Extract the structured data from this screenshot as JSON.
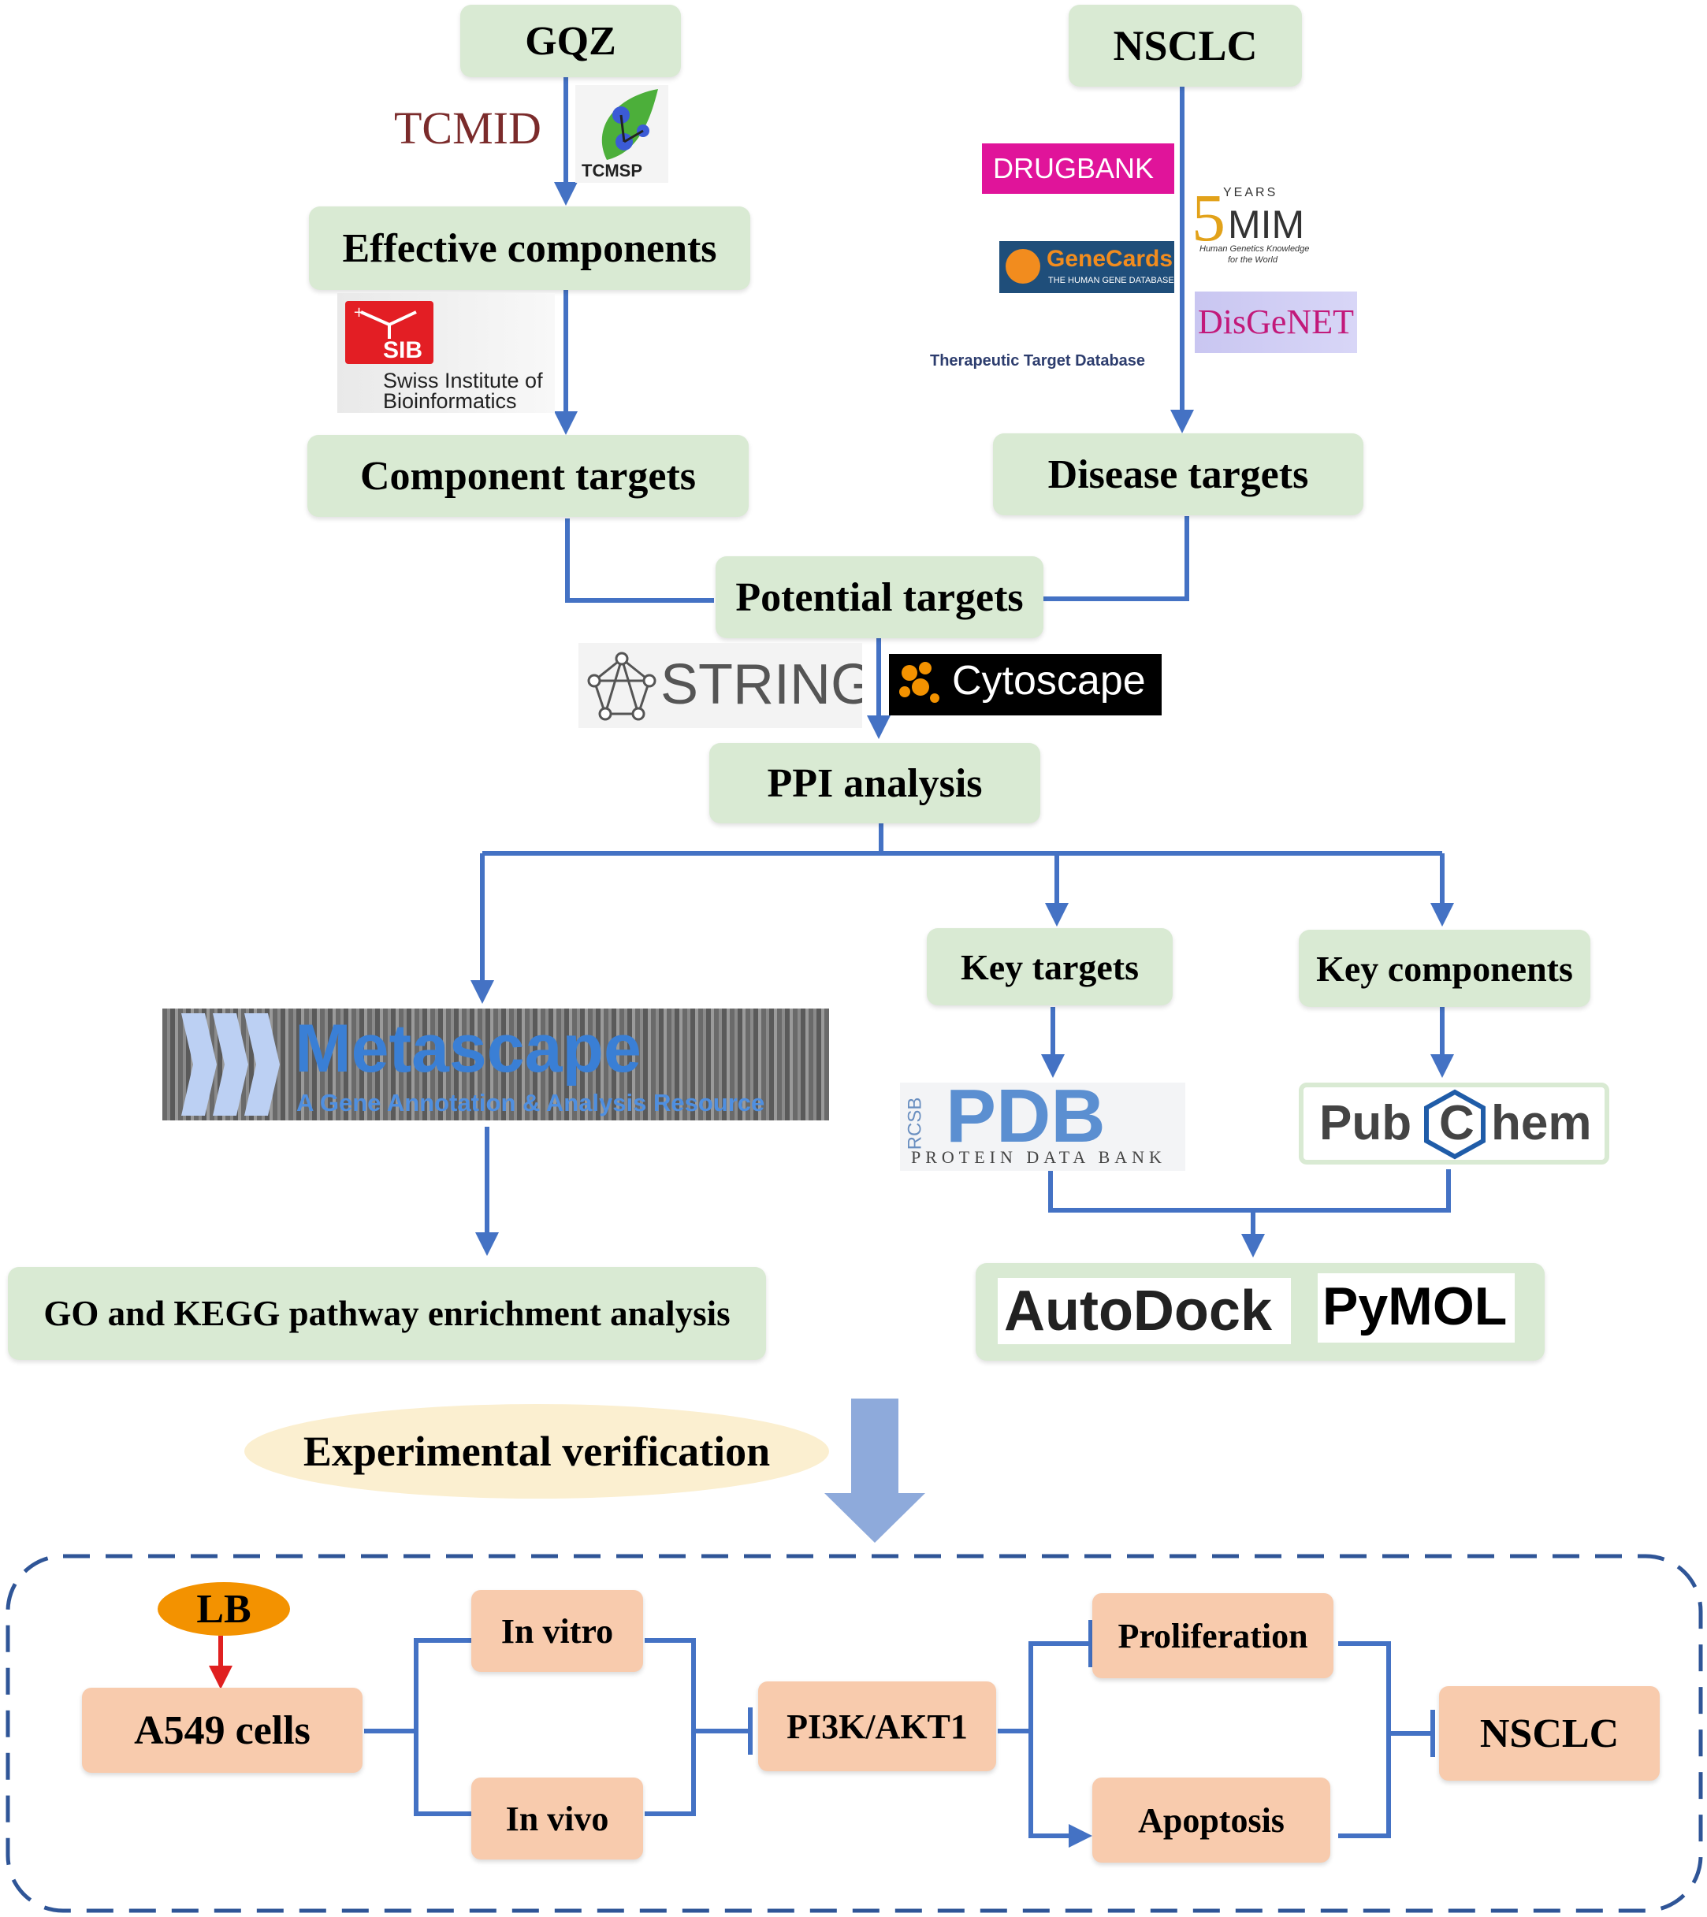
{
  "boxes": {
    "gqz": "GQZ",
    "nsclc_top": "NSCLC",
    "effective_components": "Effective components",
    "component_targets": "Component targets",
    "disease_targets": "Disease targets",
    "potential_targets": "Potential targets",
    "ppi_analysis": "PPI analysis",
    "key_targets": "Key targets",
    "key_components": "Key components",
    "go_kegg": "GO and KEGG pathway enrichment analysis",
    "experimental_verification": "Experimental verification",
    "lb": "LB",
    "a549": "A549 cells",
    "in_vitro": "In vitro",
    "in_vivo": "In vivo",
    "pi3k": "PI3K/AKT1",
    "proliferation": "Proliferation",
    "apoptosis": "Apoptosis",
    "nsclc_bottom": "NSCLC"
  },
  "logos": {
    "tcmid": "TCMID",
    "tcmsp": "TCMSP",
    "sib_badge": "SIB",
    "sib_line1": "Swiss Institute of",
    "sib_line2": "Bioinformatics",
    "drugbank": "DRUGBANK",
    "omim_years": "YEARS",
    "omim_fifty": "5",
    "omim_mim": "MIM",
    "omim_tag1": "Human Genetics Knowledge",
    "omim_tag2": "for the World",
    "genecards": "GeneCards",
    "genecards_sub": "THE HUMAN GENE DATABASE",
    "disgenet": "DisGeNET",
    "ttd": "Therapeutic Target Database",
    "string": "STRING",
    "cytoscape": "Cytoscape",
    "metascape": "Metascape",
    "metascape_sub": "A Gene Annotation & Analysis Resource",
    "pdb": "PDB",
    "pdb_rcsb": "RCSB",
    "pdb_sub": "PROTEIN DATA BANK",
    "pubchem_pub": "Pub",
    "pubchem_c": "C",
    "pubchem_hem": "hem",
    "autodock": "AutoDock",
    "pymol": "PyMOL"
  },
  "colors": {
    "connector": "#4472c4",
    "green_box": "#d9ead3",
    "orange_box": "#f8cbad",
    "lb_oval": "#f39200",
    "red_arrow": "#e02020",
    "big_arrow": "#8eaadb",
    "dashed_frame": "#2f5597"
  }
}
